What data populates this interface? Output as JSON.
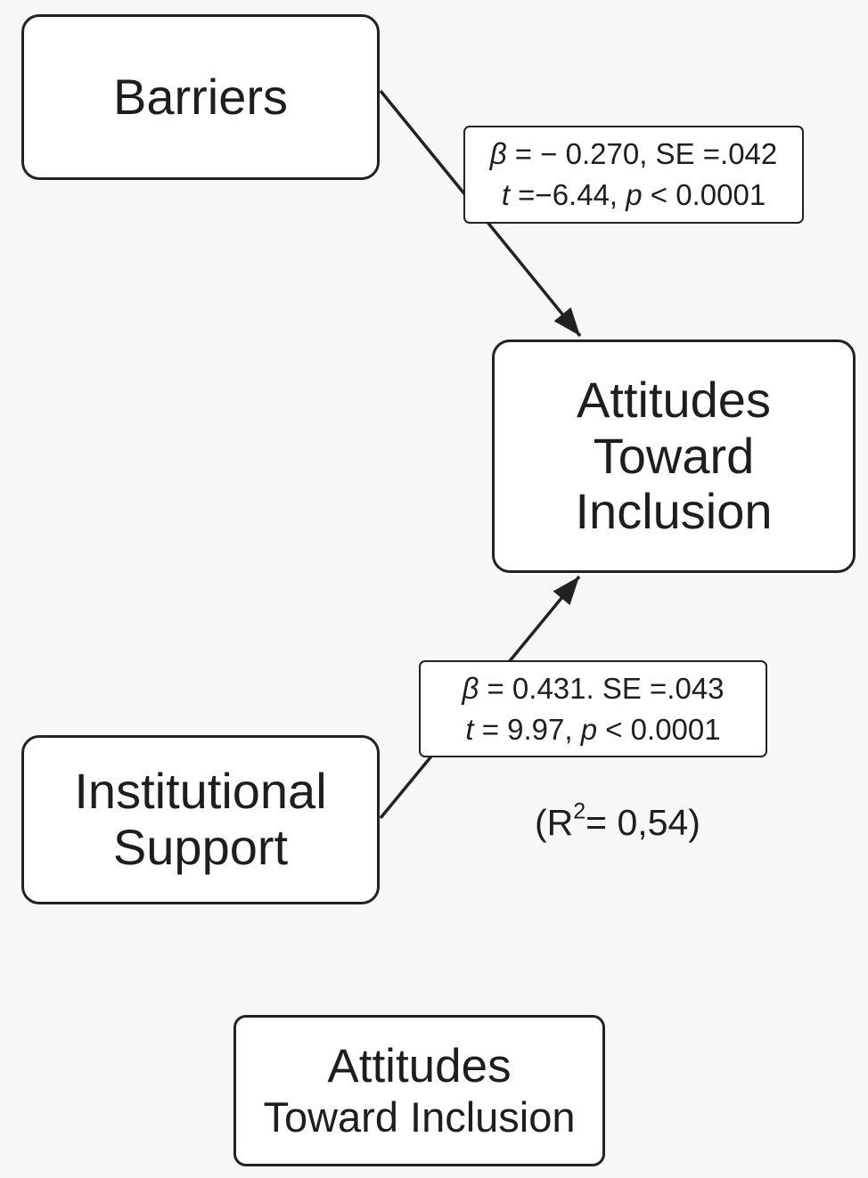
{
  "nodes": {
    "barriers": "Barriers",
    "attitudes": {
      "line1": "Attitudes",
      "line2": "Toward",
      "line3": "Inclusion"
    },
    "support": {
      "line1": "Institutional",
      "line2": "Support"
    }
  },
  "paths": {
    "barriers": {
      "beta_symbol": "β",
      "beta_text": " = − 0.270, SE =.042",
      "t_symbol": "t",
      "t_text": " =−6.44, ",
      "p_symbol": "p",
      "p_text": " < 0.0001"
    },
    "support": {
      "beta_symbol": "β",
      "beta_text": " = 0.431. SE =.043",
      "t_symbol": "t",
      "t_text": " = 9.97, ",
      "p_symbol": "p",
      "p_text": " < 0.0001"
    }
  },
  "r_squared": {
    "prefix": "(R",
    "exponent": "2",
    "suffix": "= 0,54)"
  },
  "legend": {
    "line1": "Attitudes",
    "line2": "Toward Inclusion"
  },
  "colors": {
    "background": "#f7f7f7",
    "box_fill": "#ffffff",
    "stroke": "#222222",
    "text": "#1e1e1e"
  }
}
